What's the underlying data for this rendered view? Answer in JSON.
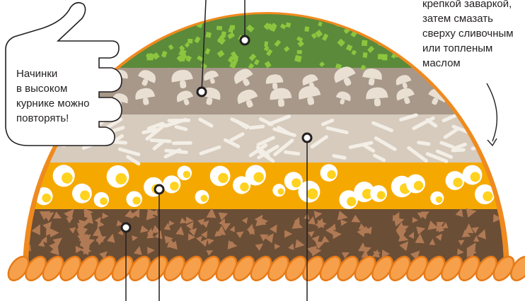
{
  "notes": {
    "left_lines": [
      "Начинки",
      "в высоком",
      "курнике можно",
      "повторять!"
    ],
    "right_lines": [
      "крепкой заваркой,",
      "затем смазать",
      "сверху сливочным",
      "или топленым",
      "маслом"
    ]
  },
  "layers": [
    {
      "name": "greens",
      "color": "#5a8a3a"
    },
    {
      "name": "mushrooms",
      "color": "#a79889"
    },
    {
      "name": "rice",
      "color": "#d6cbbd"
    },
    {
      "name": "eggs",
      "color": "#f5a900"
    },
    {
      "name": "buckwheat",
      "color": "#6b4e36"
    }
  ],
  "colors": {
    "crust": "#ef8a1f",
    "braid": "#f7a04b",
    "braid_outline": "#e67a17",
    "ink": "#231f20"
  }
}
